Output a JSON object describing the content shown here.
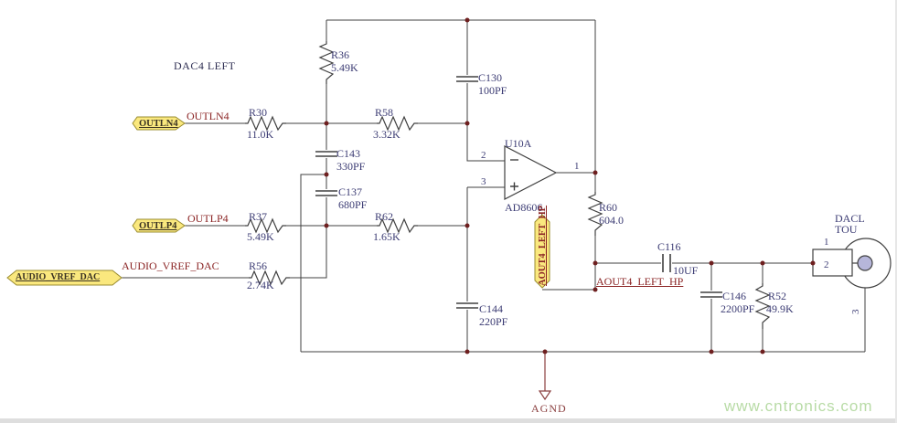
{
  "title": "DAC4 LEFT",
  "watermark": "www.cntronics.com",
  "ground_label": "AGND",
  "ports": {
    "outln4": "OUTLN4",
    "outlp4": "OUTLP4",
    "audio_vref_dac": "AUDIO_VREF_DAC",
    "aout4_left_hp": "AOUT4_LEFT_HP"
  },
  "net_labels": {
    "outln4": "OUTLN4",
    "outlp4": "OUTLP4",
    "audio_vref_dac": "AUDIO_VREF_DAC",
    "aout4_left_hp": "AOUT4_LEFT_HP"
  },
  "components": {
    "r36": {
      "ref": "R36",
      "value": "5.49K"
    },
    "r30": {
      "ref": "R30",
      "value": "11.0K"
    },
    "r58": {
      "ref": "R58",
      "value": "3.32K"
    },
    "r37": {
      "ref": "R37",
      "value": "5.49K"
    },
    "r62": {
      "ref": "R62",
      "value": "1.65K"
    },
    "r56": {
      "ref": "R56",
      "value": "2.74K"
    },
    "r60": {
      "ref": "R60",
      "value": "604.0"
    },
    "r52": {
      "ref": "R52",
      "value": "49.9K"
    },
    "c130": {
      "ref": "C130",
      "value": "100PF"
    },
    "c143": {
      "ref": "C143",
      "value": "330PF"
    },
    "c137": {
      "ref": "C137",
      "value": "680PF"
    },
    "c144": {
      "ref": "C144",
      "value": "220PF"
    },
    "c116": {
      "ref": "C116",
      "value": "10UF"
    },
    "c146": {
      "ref": "C146",
      "value": "2200PF"
    },
    "u10a": {
      "ref": "U10A",
      "part": "AD8606",
      "pin_inv": "2",
      "pin_noninv": "3",
      "pin_out": "1"
    },
    "jack": {
      "name_line1": "DACL",
      "name_line2": "TOU",
      "pin1": "1",
      "pin2": "2",
      "pin3": "3"
    }
  },
  "colors": {
    "background": "#ffffff",
    "wire": "#404040",
    "junction_dot": "#6e1f1f",
    "component_text": "#3c3c74",
    "net_label_text": "#8b2525",
    "flag_fill": "#fae87e",
    "flag_border": "#9a8c30",
    "flag_text": "#3a3222",
    "ground_symbol": "#8b4040",
    "connector_center_fill": "#b6b6da",
    "watermark": "#b8dba6"
  }
}
